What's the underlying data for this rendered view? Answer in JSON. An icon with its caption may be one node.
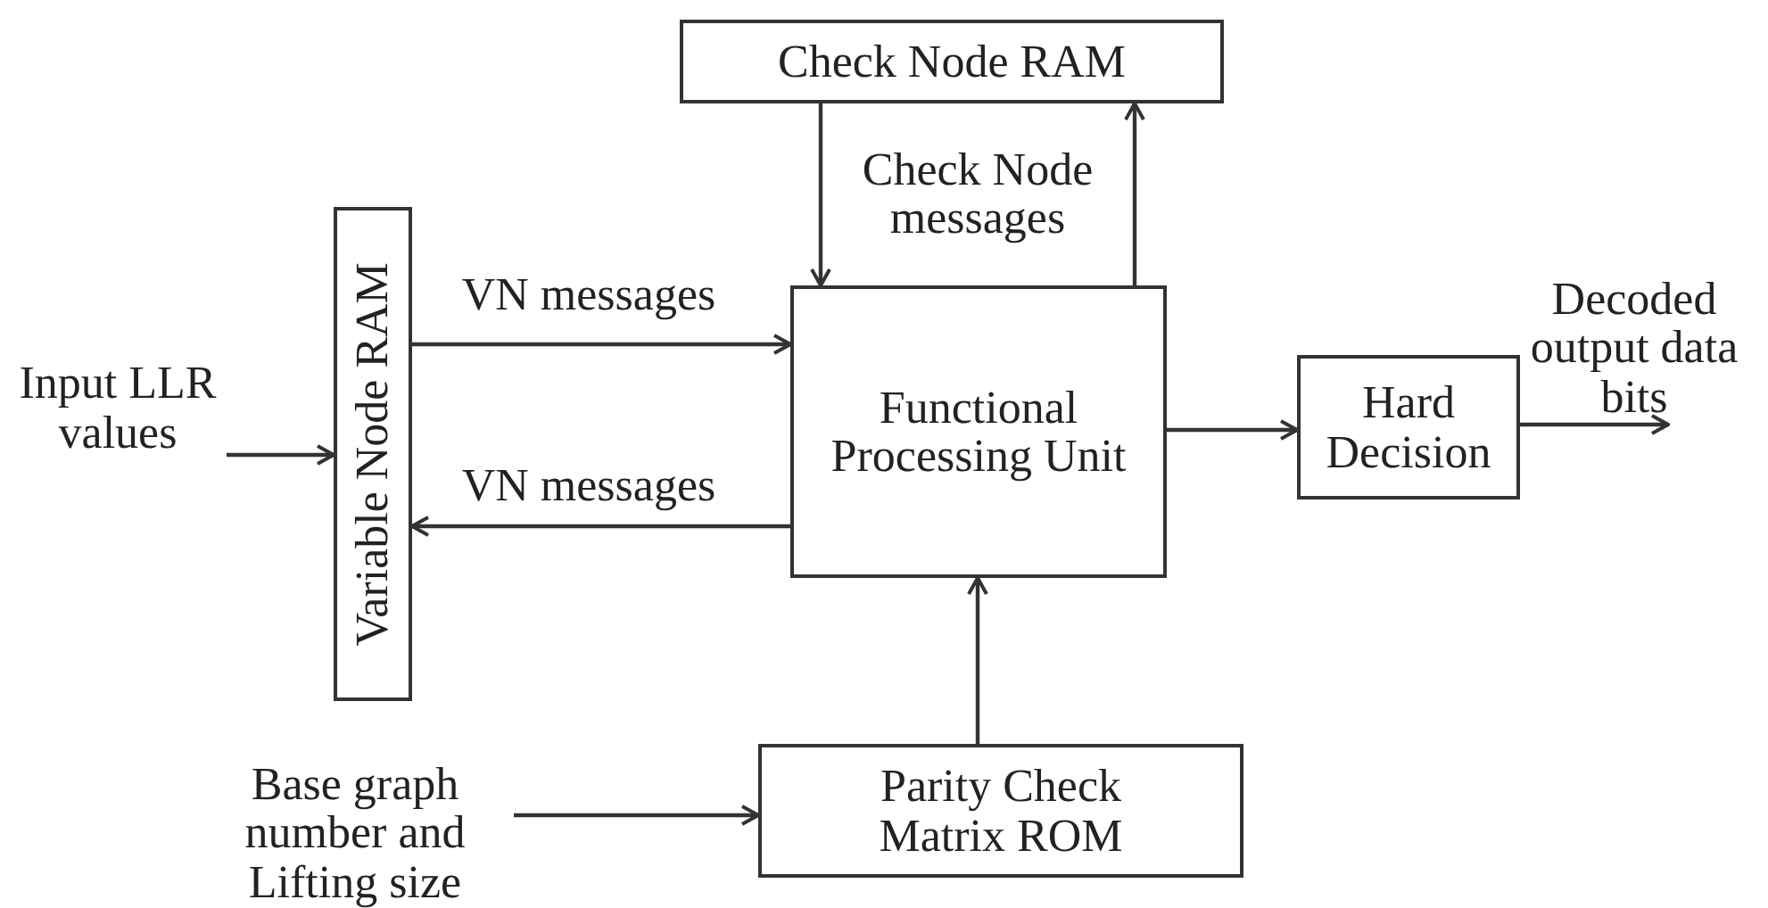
{
  "diagram": {
    "nodes": [
      {
        "text": [
          "Check Node RAM"
        ]
      },
      {
        "text": [
          "Input LLR values"
        ]
      },
      {
        "text": [
          "Variable Node RAM"
        ]
      },
      {
        "text": [
          "Functional Processing Unit"
        ]
      },
      {
        "text": [
          "Decoded output data bits"
        ]
      },
      {
        "text": [
          "Hard Decision"
        ]
      },
      {
        "text": [
          "Base graph number and Lifting size"
        ]
      },
      {
        "text": [
          "Parity Check Matrix ROM"
        ]
      }
    ],
    "edges": [
      {
        "from": 1,
        "to": 2,
        "arrow": "to"
      },
      {
        "from": 2,
        "to": 3,
        "arrow": "to",
        "label": "VN messages"
      },
      {
        "from": 3,
        "to": 2,
        "arrow": "to",
        "label": "VN messages"
      },
      {
        "from": 0,
        "to": 3,
        "arrow": "to",
        "label": "Check Node messages"
      },
      {
        "from": 3,
        "to": 0,
        "arrow": "to"
      },
      {
        "from": 3,
        "to": 5,
        "arrow": "to"
      },
      {
        "from": 5,
        "to": 4,
        "arrow": "to"
      },
      {
        "from": 6,
        "to": 7,
        "arrow": "to"
      },
      {
        "from": 7,
        "to": 3,
        "arrow": "to"
      }
    ]
  }
}
